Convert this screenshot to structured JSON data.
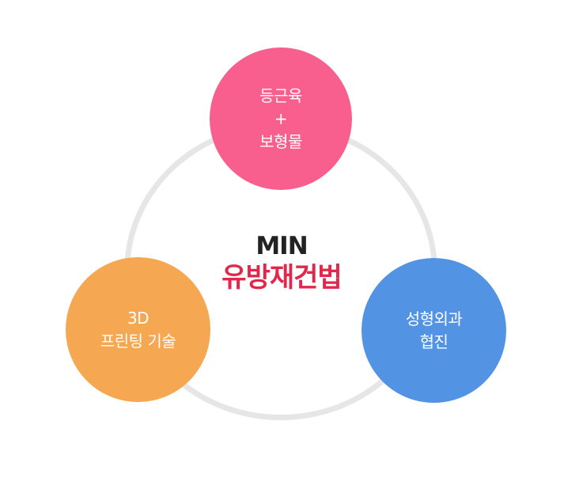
{
  "center": {
    "line1": "MIN",
    "line2": "유방재건법"
  },
  "nodes": {
    "top": {
      "lines": [
        "등근육",
        "+",
        "보형물"
      ]
    },
    "left": {
      "lines": [
        "3D",
        "프린팅 기술"
      ]
    },
    "right": {
      "lines": [
        "성형외과",
        "협진"
      ]
    }
  },
  "colors": {
    "ring": "#e6e6e6",
    "top": "#f95f8e",
    "left": "#f5a752",
    "right": "#5294e3",
    "center_line1": "#222222",
    "center_line2": "#e3264c"
  }
}
